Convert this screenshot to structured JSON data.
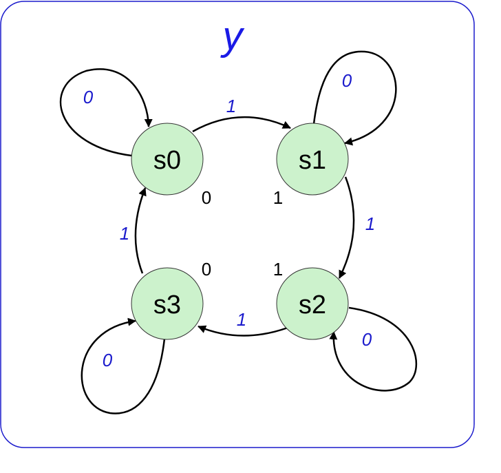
{
  "title": "y",
  "colors": {
    "frame": "#1a1acc",
    "title": "#1a1ae6",
    "edge_label": "#1a1acc",
    "state_fill": "#ccf2cc",
    "state_stroke": "#333333"
  },
  "states": {
    "s0": {
      "label": "s0",
      "output": "0"
    },
    "s1": {
      "label": "s1",
      "output": "1"
    },
    "s2": {
      "label": "s2",
      "output": "1"
    },
    "s3": {
      "label": "s3",
      "output": "0"
    }
  },
  "transitions": [
    {
      "from": "s0",
      "to": "s0",
      "input": "0"
    },
    {
      "from": "s0",
      "to": "s1",
      "input": "1"
    },
    {
      "from": "s1",
      "to": "s1",
      "input": "0"
    },
    {
      "from": "s1",
      "to": "s2",
      "input": "1"
    },
    {
      "from": "s2",
      "to": "s2",
      "input": "0"
    },
    {
      "from": "s2",
      "to": "s3",
      "input": "1"
    },
    {
      "from": "s3",
      "to": "s3",
      "input": "0"
    },
    {
      "from": "s3",
      "to": "s0",
      "input": "1"
    }
  ]
}
